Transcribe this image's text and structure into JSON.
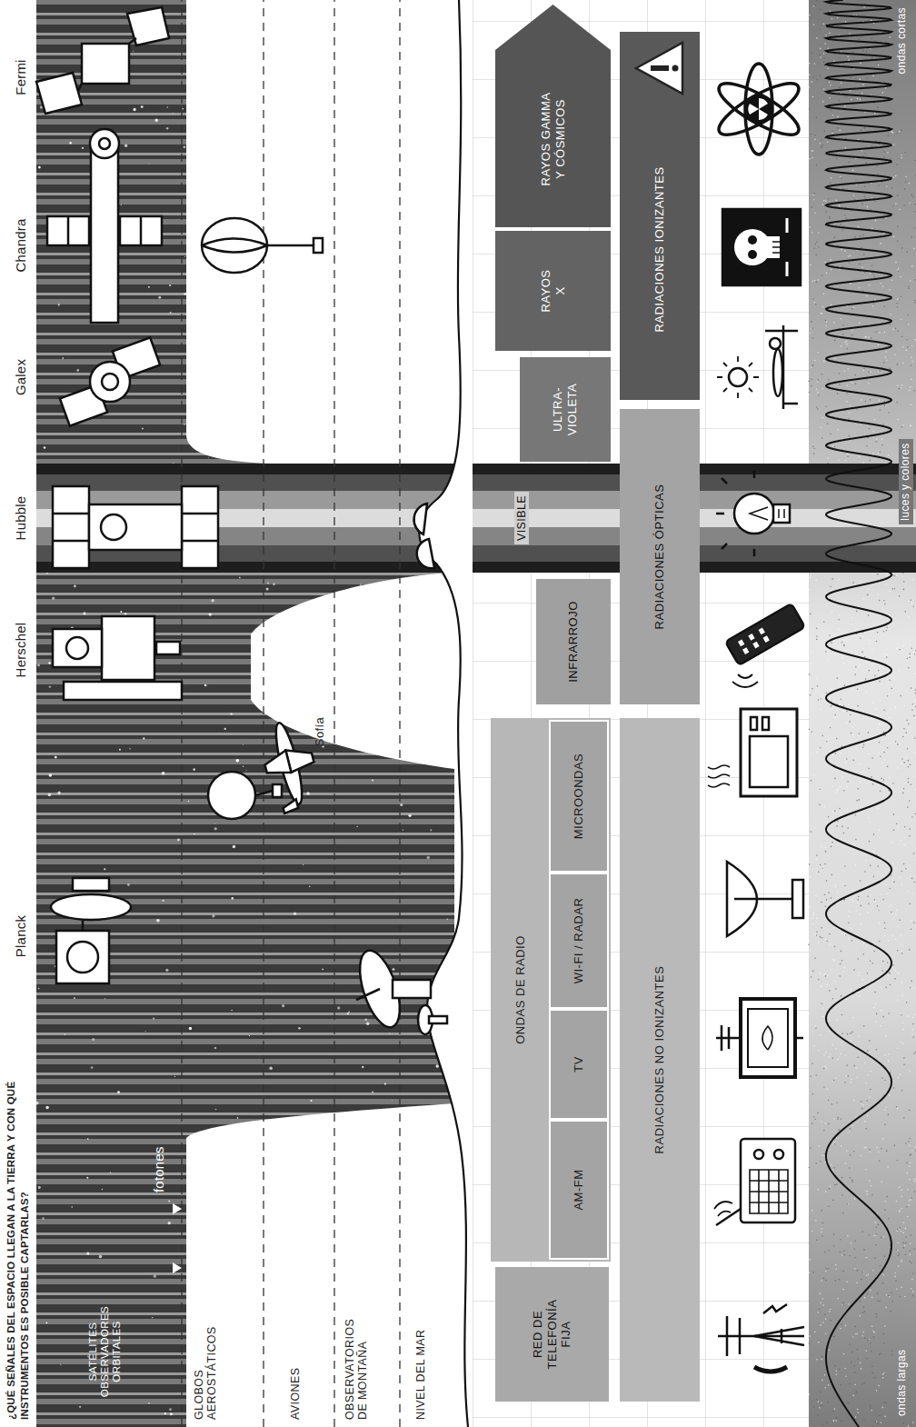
{
  "diagram": {
    "title": "¿QUÉ SEÑALES DEL ESPACIO LLEGAN A LA TIERRA Y CON QUÉ INSTRUMENTOS ES POSIBLE CAPTARLAS?",
    "nodes": [
      {
        "text": [
          "RED DE TELEFONÍA FIJA"
        ]
      },
      {
        "text": [
          "ONDAS DE RADIO"
        ]
      },
      {
        "text": [
          "AM-FM"
        ],
        "in": 1
      },
      {
        "text": [
          "TV"
        ],
        "in": 1
      },
      {
        "text": [
          "WI-FI / RADAR"
        ],
        "in": 1
      },
      {
        "text": [
          "MICROONDAS"
        ],
        "in": 1
      },
      {
        "text": [
          "INFRARROJO"
        ]
      },
      {
        "text": [
          "ULTRA- VIOLETA"
        ]
      },
      {
        "text": [
          "RAYOS X"
        ]
      },
      {
        "text": [
          "RAYOS GAMMA Y CÓSMICOS"
        ]
      },
      {
        "text": [
          "RADIACIONES NO IONIZANTES"
        ]
      },
      {
        "text": [
          "RADIACIONES ÓPTICAS"
        ]
      },
      {
        "text": [
          "RADIACIONES IONIZANTES"
        ]
      }
    ],
    "labels": [
      "SATÉLITES OBSERVADORES ORBITALES",
      "GLOBOS AEROSTÁTICOS",
      "AVIONES",
      "OBSERVATORIOS DE MONTAÑA",
      "NIVEL DEL MAR",
      "fotones",
      "Planck",
      "Herschel",
      "Hubble",
      "Galex",
      "Chandra",
      "Fermi",
      "Sofía",
      "VISIBLE",
      "ondas largas",
      "luces y colores",
      "ondas cortas"
    ]
  }
}
